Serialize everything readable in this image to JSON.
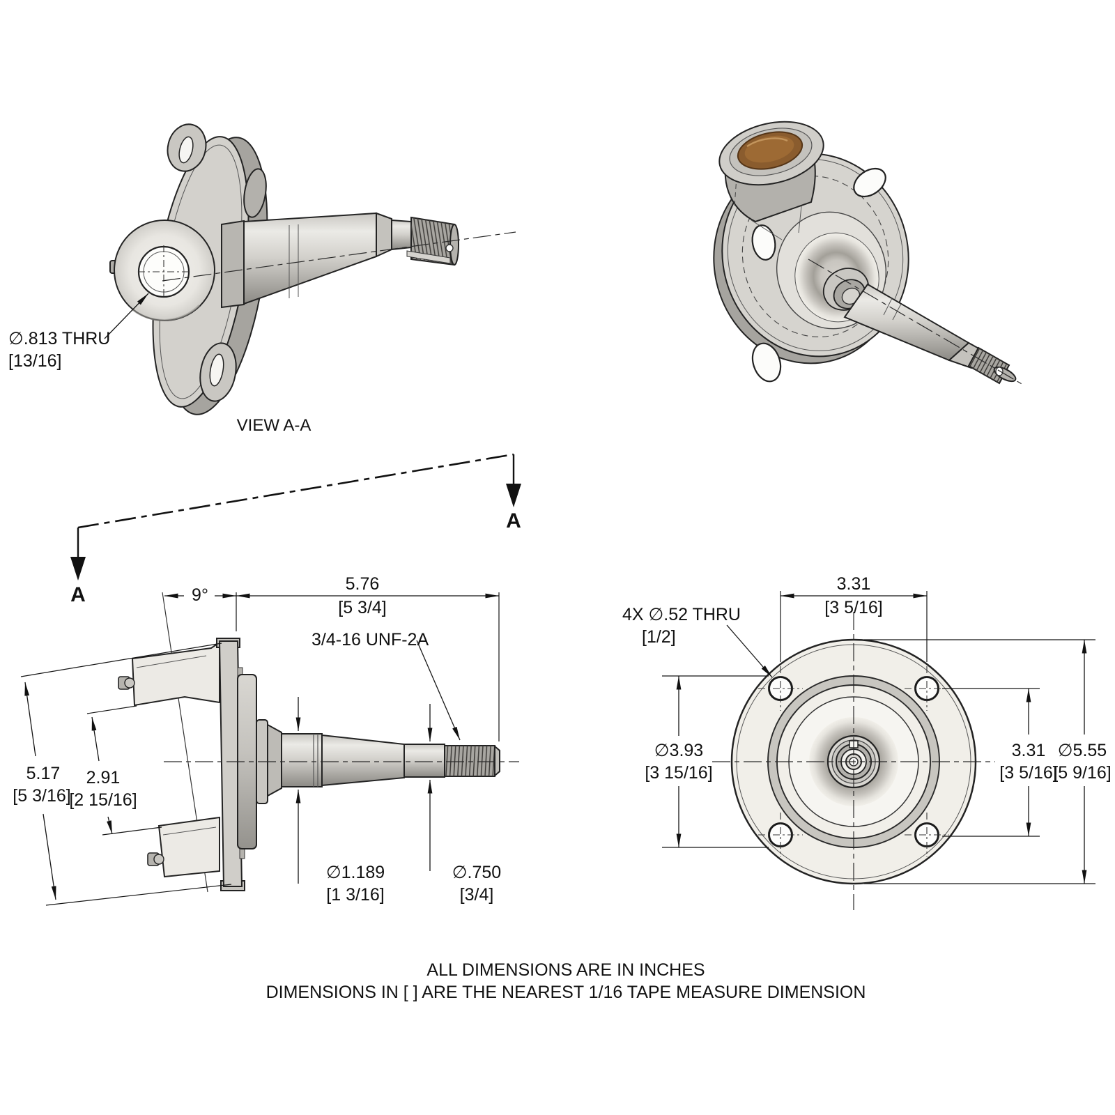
{
  "drawing": {
    "view_label": "VIEW A-A",
    "section_marker": "A",
    "note_line1": "ALL DIMENSIONS ARE IN INCHES",
    "note_line2": "DIMENSIONS IN [ ] ARE THE NEAREST 1/16 TAPE MEASURE DIMENSION"
  },
  "iso_view": {
    "bore_dia": "∅.813 THRU",
    "bore_dia_tape": "[13/16]"
  },
  "side_view": {
    "kingpin_angle": "9°",
    "spindle_length": "5.76",
    "spindle_length_tape": "[5 3/4]",
    "thread_spec": "3/4-16 UNF-2A",
    "overall_height": "5.17",
    "overall_height_tape": "[5 3/16]",
    "boss_gap": "2.91",
    "boss_gap_tape": "[2 15/16]",
    "journal_dia": "∅1.189",
    "journal_dia_tape": "[1 3/16]",
    "thread_dia": "∅.750",
    "thread_dia_tape": "[3/4]"
  },
  "front_view": {
    "bolt_spacing_x": "3.31",
    "bolt_spacing_x_tape": "[3 5/16]",
    "bolt_hole_callout": "4X ∅.52 THRU",
    "bolt_hole_callout_tape": "[1/2]",
    "hub_dia": "∅3.93",
    "hub_dia_tape": "[3 15/16]",
    "bolt_spacing_y": "3.31",
    "bolt_spacing_y_tape": "[3 5/16]",
    "flange_dia": "∅5.55",
    "flange_dia_tape": "[5 9/16]"
  }
}
